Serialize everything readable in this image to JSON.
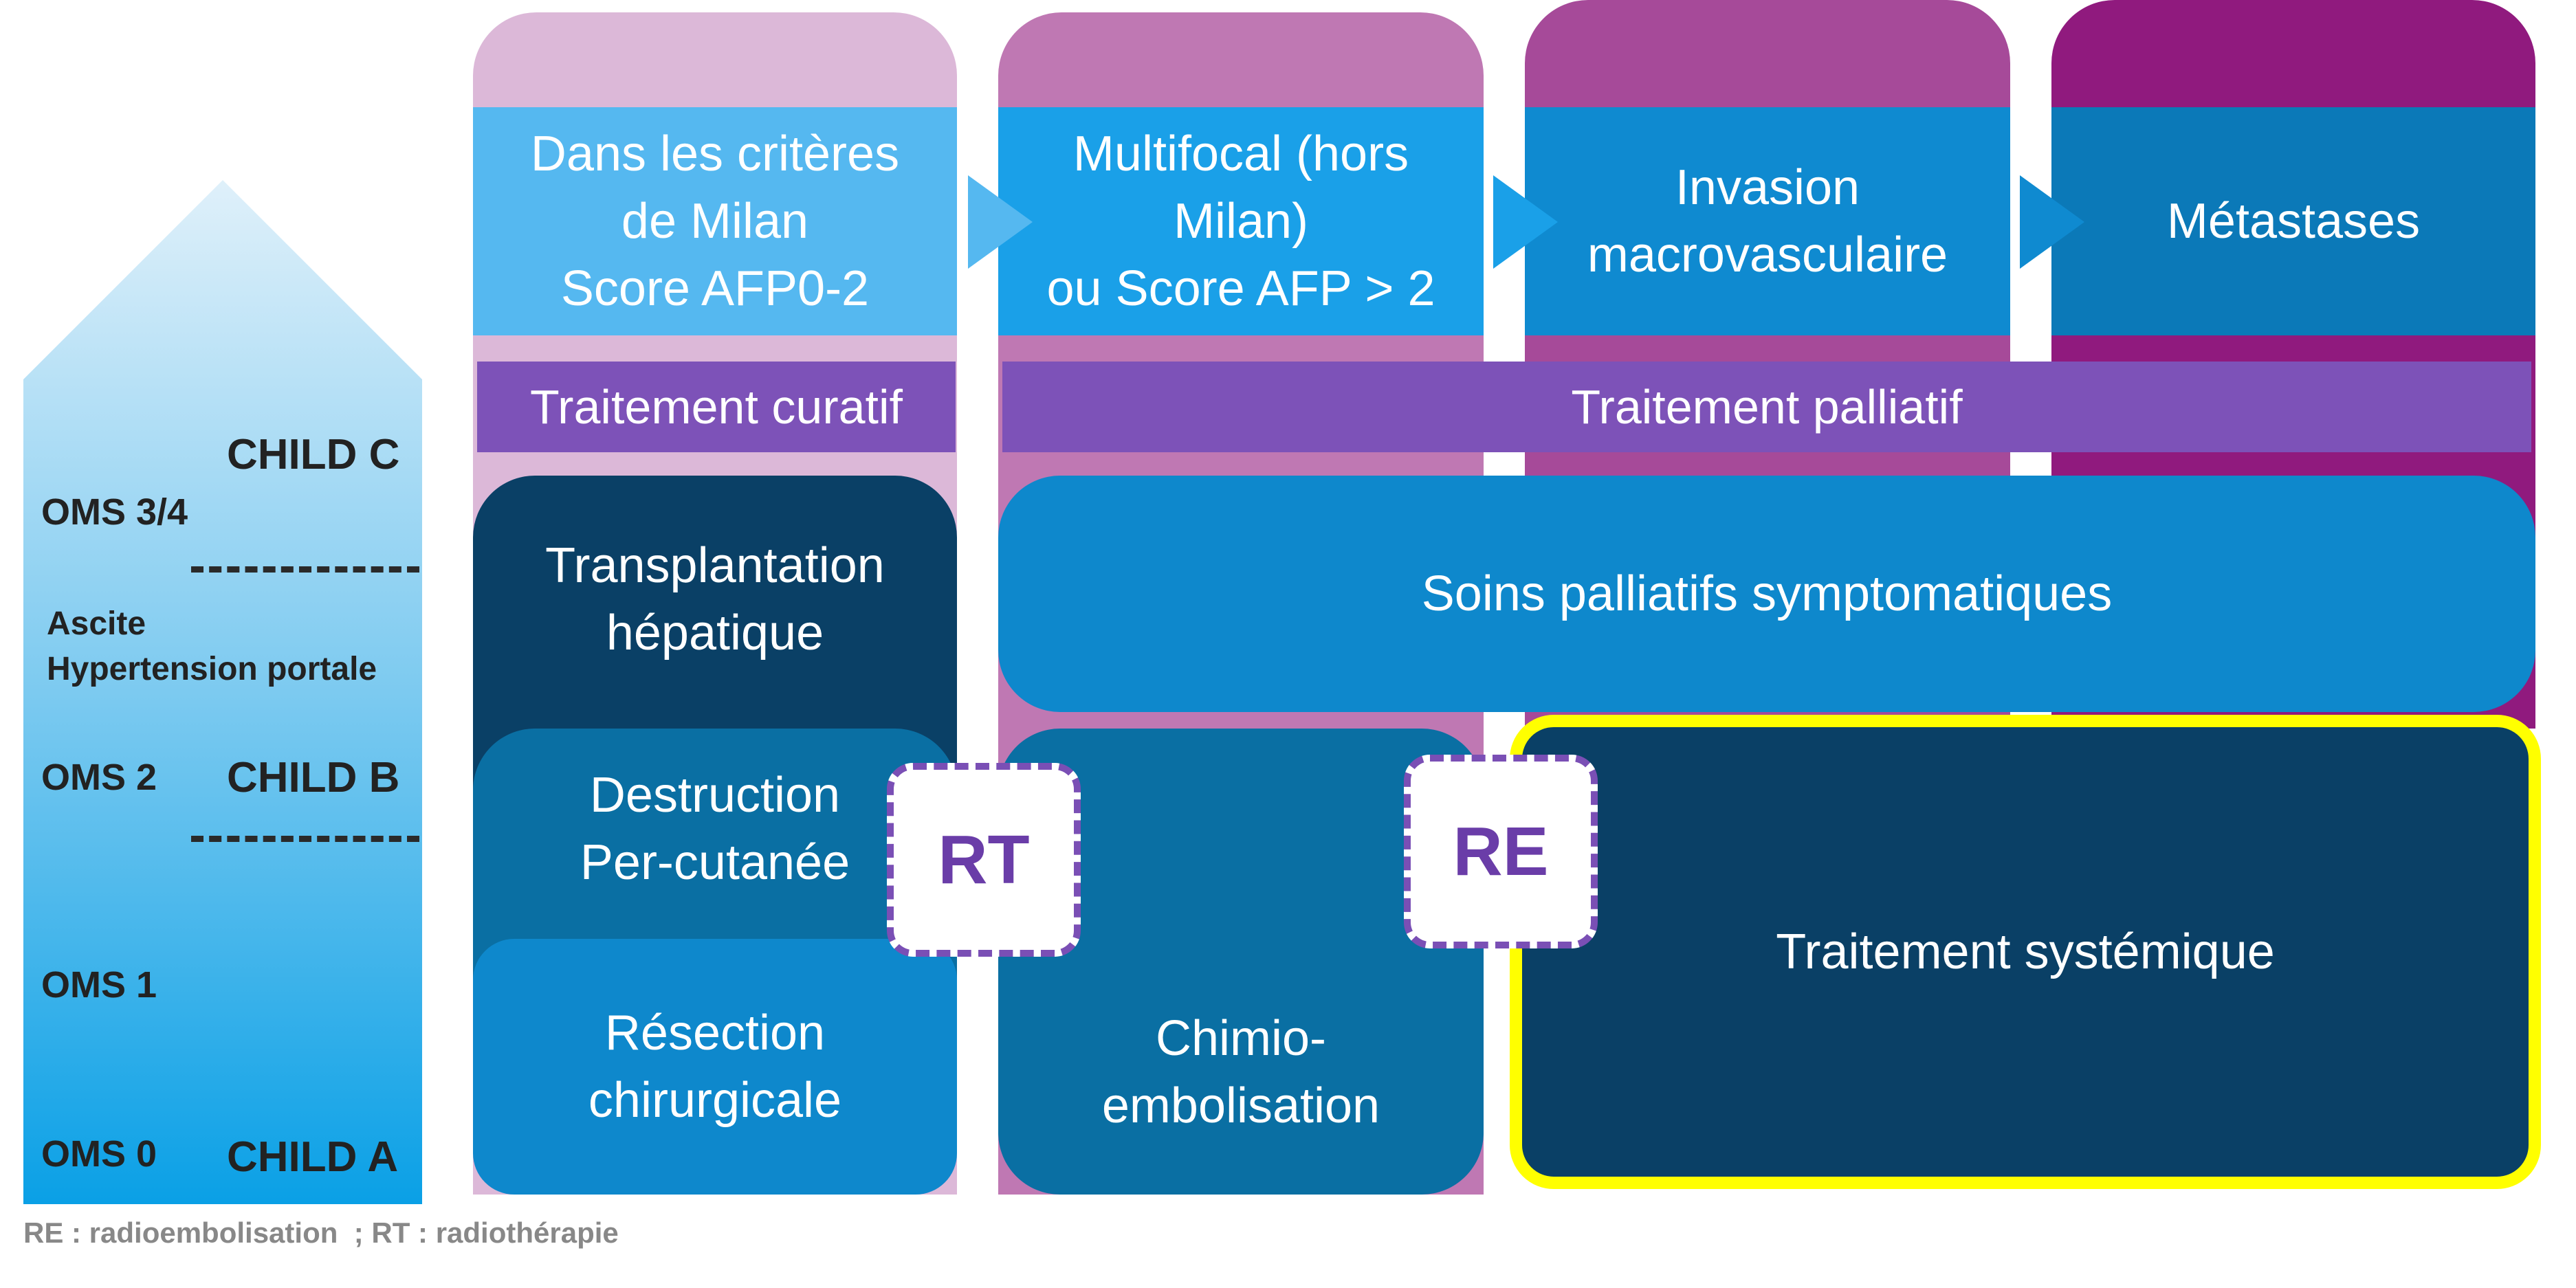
{
  "stages": [
    {
      "label": "Dans les critères\nde Milan\nScore AFP0-2",
      "tab_color": "#dcb8d8",
      "box_color": "#55b8f0"
    },
    {
      "label": "Multifocal (hors\nMilan)\nou Score AFP > 2",
      "tab_color": "#bf78b3",
      "box_color": "#1aa0e8"
    },
    {
      "label": "Invasion\nmacrovasculaire",
      "tab_color": "#a64a99",
      "box_color": "#0f8ad0"
    },
    {
      "label": "Métastases",
      "tab_color": "#901a7e",
      "box_color": "#0b79b8"
    }
  ],
  "treatment_headers": {
    "curatif": "Traitement curatif",
    "palliatif": "Traitement palliatif"
  },
  "treatments": {
    "transplantation": "Transplantation\nhépatique",
    "destruction": "Destruction\nPer-cutanée",
    "resection": "Résection\nchirurgicale",
    "soins": "Soins palliatifs symptomatiques",
    "chimio": "Chimio-\nembolisation",
    "systemique": "Traitement systémique"
  },
  "badges": {
    "rt": "RT",
    "re": "RE"
  },
  "scale": {
    "child_c": "CHILD C",
    "oms_34": "OMS 3/4",
    "ascite": "Ascite",
    "hypertension": "Hypertension portale",
    "oms_2": "OMS 2",
    "child_b": "CHILD B",
    "oms_1": "OMS 1",
    "oms_0": "OMS 0",
    "child_a": "CHILD A"
  },
  "footnote": "RE : radioembolisation  ; RT : radiothérapie",
  "colors": {
    "header_purple": "#7d52b8",
    "dark_navy": "#0a4066",
    "mid_blue": "#0a6fa3",
    "light_blue": "#0e88cc",
    "highlight_yellow": "#ffff00"
  }
}
